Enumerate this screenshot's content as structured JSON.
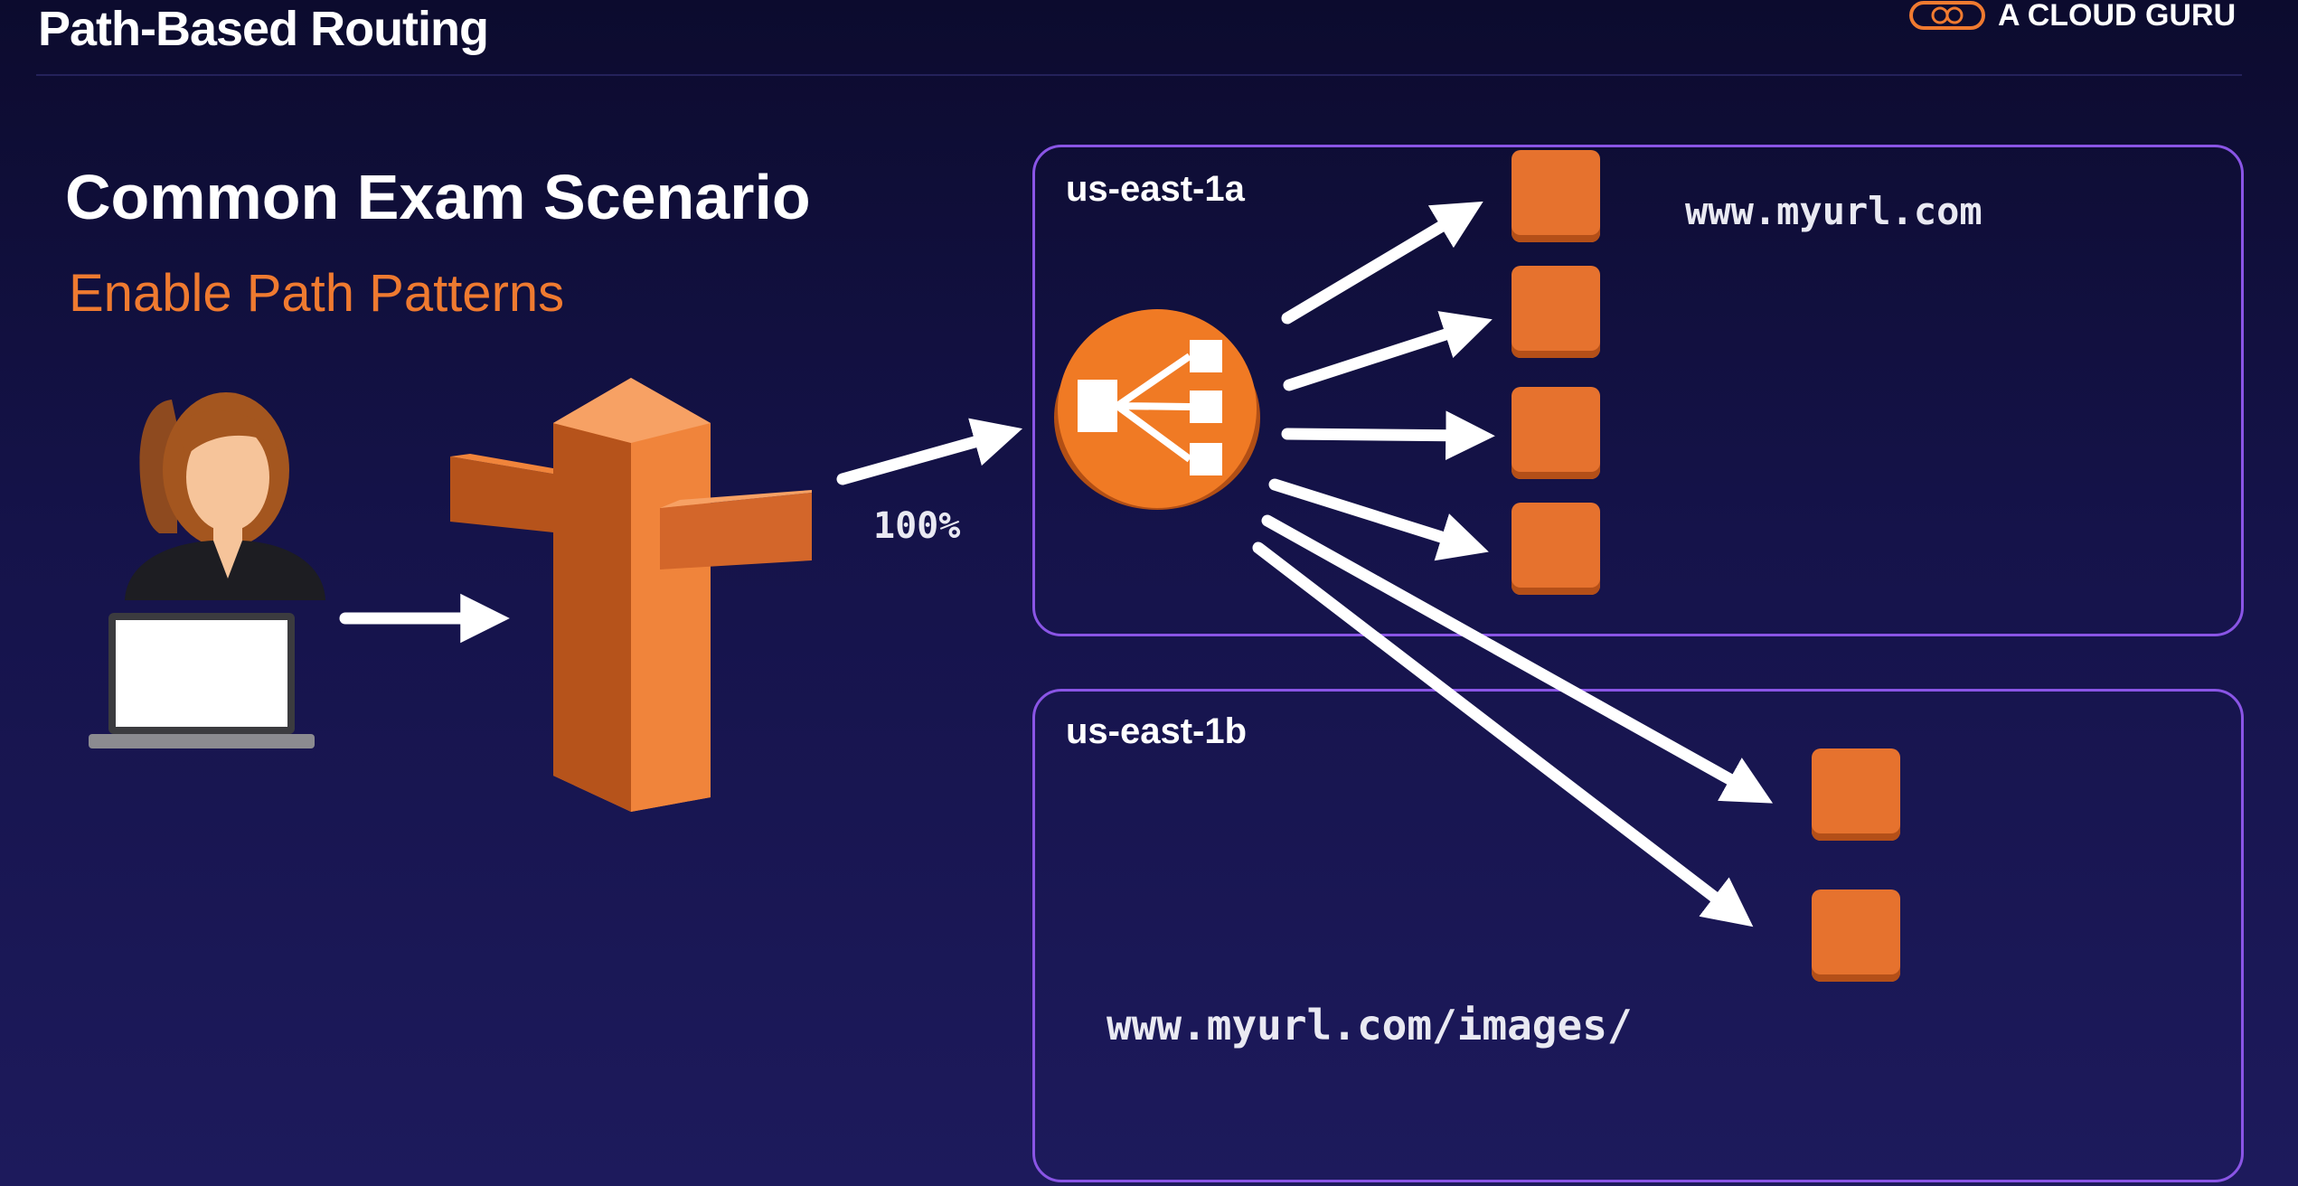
{
  "slide": {
    "title": "Path-Based Routing",
    "brand": "A CLOUD GURU",
    "heading": "Common Exam Scenario",
    "subheading": "Enable Path Patterns"
  },
  "diagram": {
    "traffic_label": "100%",
    "zones": [
      {
        "label": "us-east-1a",
        "url": "www.myurl.com",
        "instance_count": 4
      },
      {
        "label": "us-east-1b",
        "url": "www.myurl.com/images/",
        "instance_count": 2
      }
    ],
    "icons": [
      "user-icon",
      "laptop-icon",
      "route53-icon",
      "load-balancer-icon",
      "ec2-instance-icon",
      "brand-logo-icon"
    ],
    "colors": {
      "accent": "#ef7a30",
      "zone_border": "#8a55e6",
      "instance": "#e6722e"
    }
  }
}
